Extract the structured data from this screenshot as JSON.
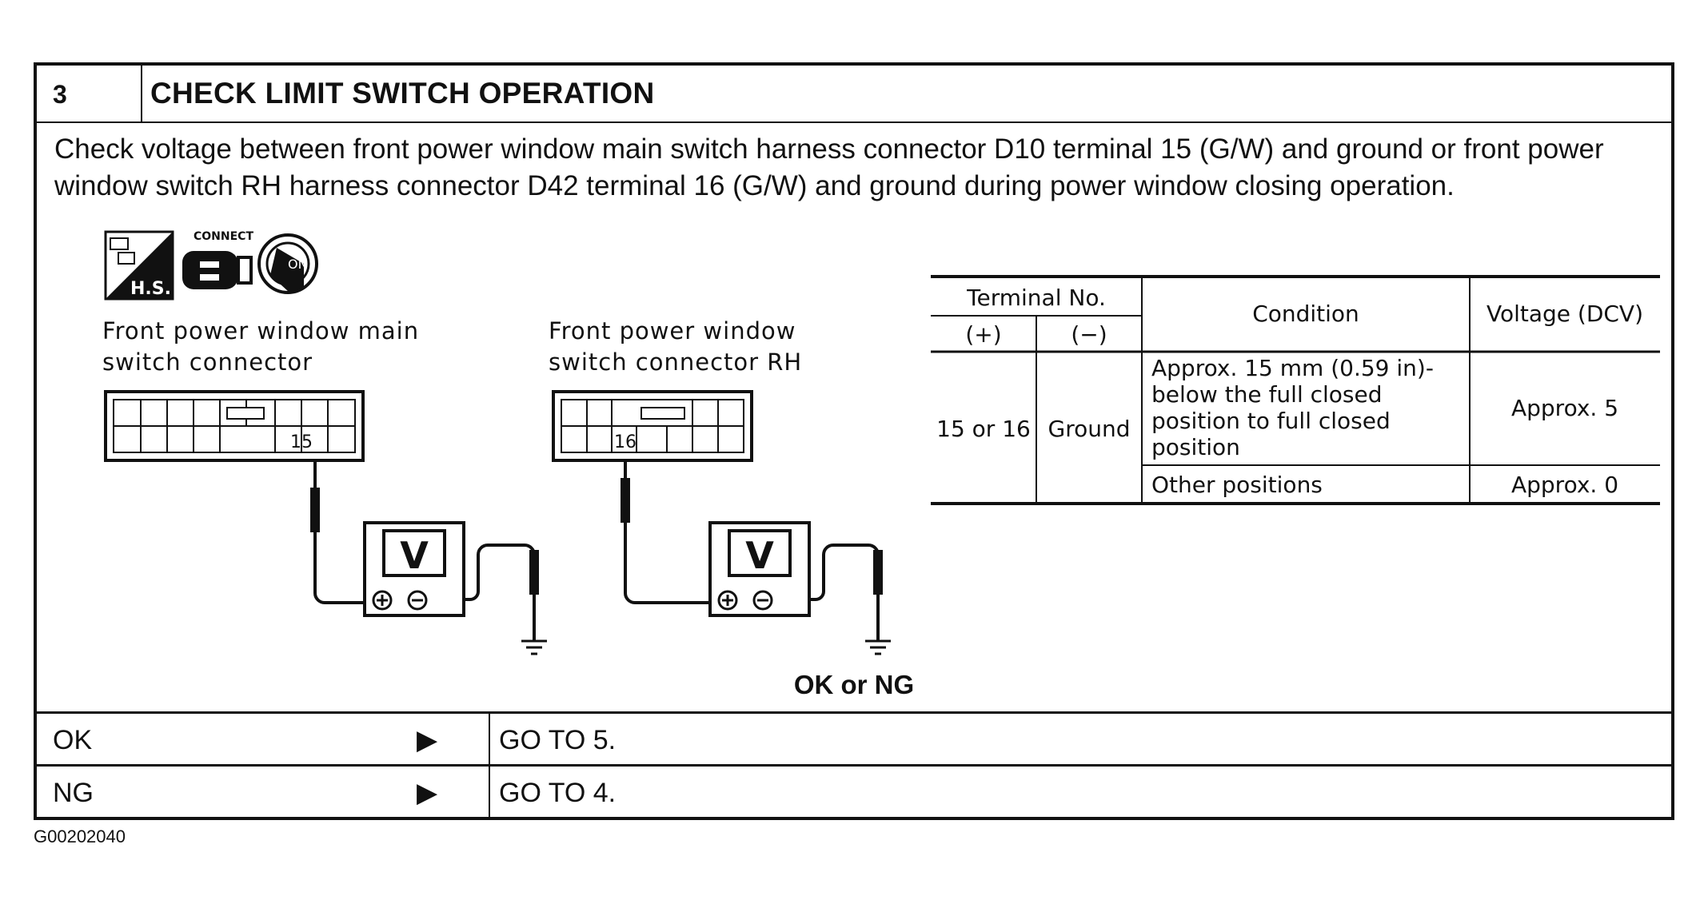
{
  "step": {
    "number": "3",
    "title": "CHECK LIMIT SWITCH OPERATION",
    "instruction": "Check voltage between front power window main switch harness connector D10 terminal 15 (G/W) and ground or front power window switch RH harness connector D42 terminal 16 (G/W) and ground during power window closing operation."
  },
  "icons": {
    "hs_text": "H.S.",
    "connect_text": "CONNECT",
    "ignition_text": "ON"
  },
  "connectors": {
    "main_label_line1": "Front power window main",
    "main_label_line2": "switch connector",
    "main_terminal": "15",
    "rh_label_line1": "Front power window",
    "rh_label_line2": "switch connector RH",
    "rh_terminal": "16",
    "meter_letter": "V"
  },
  "table": {
    "header_terminal": "Terminal No.",
    "header_plus": "(+)",
    "header_minus": "(−)",
    "header_condition": "Condition",
    "header_voltage": "Voltage (DCV)",
    "plus_value": "15 or 16",
    "minus_value": "Ground",
    "cond1_line1": "Approx. 15 mm (0.59 in)-",
    "cond1_line2": "below the full closed",
    "cond1_line3": "position to full closed",
    "cond1_line4": "position",
    "volt1": "Approx. 5",
    "cond2": "Other positions",
    "volt2": "Approx. 0"
  },
  "result": {
    "heading": "OK or NG",
    "ok_label": "OK",
    "ok_action": "GO TO 5.",
    "ng_label": "NG",
    "ng_action": "GO TO 4.",
    "arrow": "▶"
  },
  "figure_code": "G00202040"
}
